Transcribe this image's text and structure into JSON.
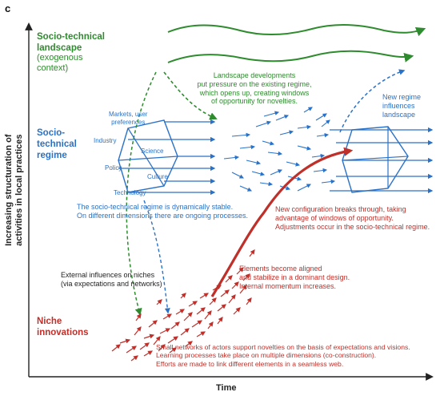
{
  "panel_label": "c",
  "axes": {
    "y_label": "Increasing structuration of\nactivities in local practices",
    "x_label": "Time"
  },
  "levels": {
    "landscape": {
      "title": "Socio-technical\nlandscape",
      "subtitle": "(exogenous\ncontext)"
    },
    "regime": {
      "title": "Socio-\ntechnical\nregime"
    },
    "niche": {
      "title": "Niche\ninnovations"
    }
  },
  "regime_dimensions": [
    "Markets, user\npreferences",
    "Industry",
    "Science",
    "Policy",
    "Culture",
    "Technology"
  ],
  "annotations": {
    "landscape_pressure": "Landscape developments\nput pressure on the existing regime,\nwhich opens up, creating windows\nof opportunity for novelties.",
    "new_regime": "New regime\ninfluences\nlandscape",
    "regime_stable": "The socio-technical regime is dynamically stable.\nOn different dimensions there are ongoing processes.",
    "breakthrough": "New configuration breaks through, taking\nadvantage of windows of opportunity.\nAdjustments occur in the socio-technical regime.",
    "aligned": "Elements become aligned\nand stabilize in a dominant design.\nInternal momentum increases.",
    "external": "External influences on niches\n(via expectations and networks)",
    "niche_networks": "Small networks of actors support novelties on the basis of expectations and visions.\nLearning processes take place on multiple dimensions (co-construction).\nEfforts are made to link different elements in a seamless web."
  },
  "colors": {
    "green": "#2e8b2e",
    "blue": "#2a72c8",
    "red": "#c0302a",
    "axis": "#222222"
  }
}
